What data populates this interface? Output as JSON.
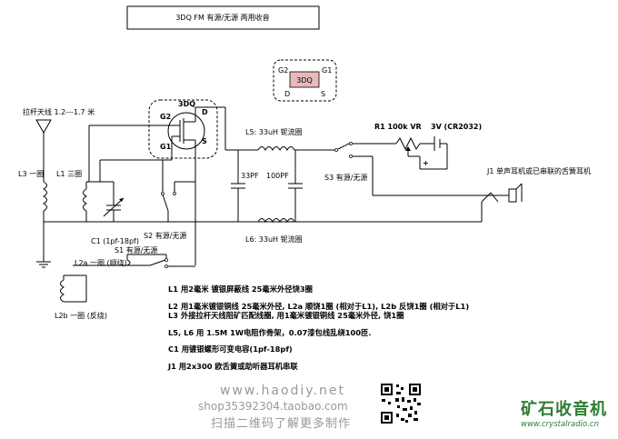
{
  "title": "3DQ FM 有源/无源 两用收音",
  "chip": {
    "g2": "G2",
    "g1": "G1",
    "label": "3DQ",
    "d": "D",
    "s": "S"
  },
  "transistor": {
    "name": "3DQ",
    "g2": "G2",
    "g1": "G1",
    "d": "D",
    "s": "S"
  },
  "labels": {
    "antenna": "拉杆天线 1.2---1.7 米",
    "l3": "L3 一圈",
    "l1": "L1 三圈",
    "c1": "C1 (1pf-18pf)",
    "s2": "S2 有源/无源",
    "s1": "S1 有源/无源",
    "l2a": "L2a 一圈 (顺绕)",
    "l2b": "L2b 一圈 (反绕)",
    "l5": "L5: 33uH 铌流圈",
    "l6": "L6: 33uH 铌流圈",
    "c33": "33PF",
    "c100": "100PF",
    "s3": "S3 有源/无源",
    "r1": "R1 100k VR",
    "battery": "3V (CR2032)",
    "plus": "+",
    "j1": "J1 单声耳机或已串联的舌簧耳机"
  },
  "notes": [
    "L1 用2毫米 镀银屏蔽线 25毫米外径饶3圈",
    "L2 用1毫米镀银铜线 25毫米外径, L2a 顺饶1圈 (相对于L1), L2b 反饶1圈 (相对于L1)",
    "L3 外接拉杆天线阻矿匹配线圈, 用1毫米镀银铜线 25毫米外径, 饶1圈",
    "L5, L6 用 1.5M 1W电阻作骨架，0.07漆包线乱绕100匝.",
    "C1 用镀银螺形可变电容(1pf-18pf)",
    "J1 用2x300 欧舌簧或助听器耳机串联"
  ],
  "footer": {
    "url": "www.haodiy.net",
    "shop": "shop35392304.taobao.com",
    "scan": "扫描二维码了解更多制作",
    "brand": "矿石收音机",
    "brand_url": "www.crystalradio.cn"
  }
}
